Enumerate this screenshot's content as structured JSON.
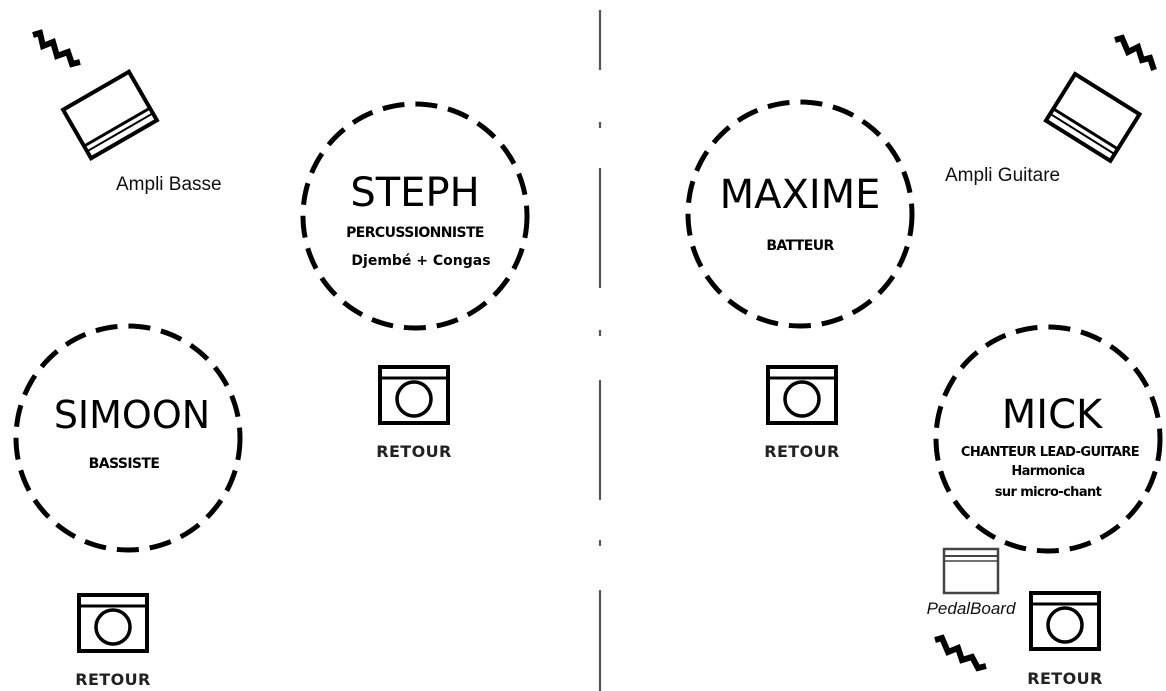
{
  "musicians": {
    "steph": {
      "name": "STEPH",
      "role": "PERCUSSIONNISTE",
      "detail": "Djembé + Congas"
    },
    "maxime": {
      "name": "MAXIME",
      "role": "BATTEUR"
    },
    "simoon": {
      "name": "SIMOON",
      "role": "BASSISTE"
    },
    "mick": {
      "name": "MICK",
      "role": "CHANTEUR LEAD-GUITARE",
      "detail1": "Harmonica",
      "detail2": "sur micro-chant"
    }
  },
  "amps": {
    "bass": {
      "label": "Ampli Basse"
    },
    "guitar": {
      "label": "Ampli Guitare"
    }
  },
  "pedalboard": {
    "label": "PedalBoard"
  },
  "monitors": {
    "steph": {
      "label": "RETOUR"
    },
    "maxime": {
      "label": "RETOUR"
    },
    "simoon": {
      "label": "RETOUR"
    },
    "mick": {
      "label": "RETOUR"
    }
  },
  "colors": {
    "ink": "#000000",
    "background": "#ffffff",
    "divider": "#555555"
  },
  "icons": [
    "amp-icon",
    "lightning-bolt-icon",
    "monitor-wedge-icon",
    "pedalboard-icon"
  ]
}
